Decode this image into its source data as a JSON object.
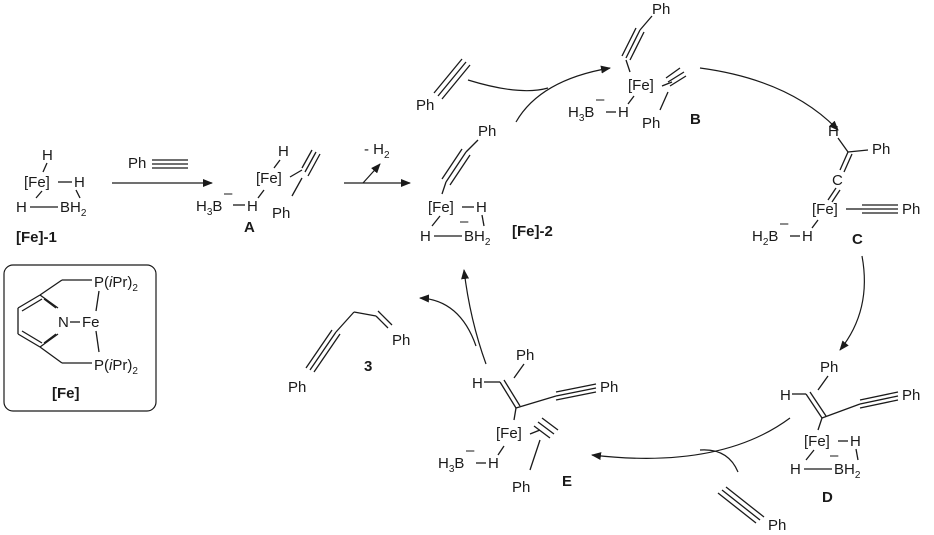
{
  "species": {
    "fe1": {
      "label": "[Fe]-1",
      "fe": "[Fe]",
      "h_top": "H",
      "h_bridge": "H",
      "h_left": "H",
      "bh2": "BH",
      "sub2": "2"
    },
    "a": {
      "label": "A",
      "fe": "[Fe]",
      "h": "H",
      "h3b": "H",
      "sub3": "3",
      "b": "B",
      "minus": "–",
      "hb": "H",
      "ph": "Ph"
    },
    "fe2": {
      "label": "[Fe]-2",
      "fe": "[Fe]",
      "h_bridge": "H",
      "h_left": "H",
      "bh2": "BH",
      "sub2": "2",
      "minus": "–",
      "ph": "Ph"
    },
    "b": {
      "label": "B",
      "fe": "[Fe]",
      "h3b": "H",
      "sub3": "3",
      "b": "B",
      "minus": "–",
      "h": "H",
      "ph_top": "Ph",
      "ph_bottom": "Ph"
    },
    "c": {
      "label": "C",
      "fe": "[Fe]",
      "h_top": "H",
      "ph_top": "Ph",
      "ph_right": "Ph",
      "h2b": "H",
      "sub2": "2",
      "b": "B",
      "minus": "–",
      "h": "H",
      "c_char": "C"
    },
    "d": {
      "label": "D",
      "fe": "[Fe]",
      "h_vinyl": "H",
      "ph_top": "Ph",
      "ph_right": "Ph",
      "h_bridge": "H",
      "h_left": "H",
      "bh2": "BH",
      "sub2": "2",
      "minus": "–"
    },
    "e": {
      "label": "E",
      "fe": "[Fe]",
      "h_vinyl": "H",
      "ph_top": "Ph",
      "ph_right": "Ph",
      "h3b": "H",
      "sub3": "3",
      "b": "B",
      "minus": "–",
      "h": "H",
      "ph_bottom": "Ph"
    },
    "p3": {
      "label": "3",
      "ph_left": "Ph",
      "ph_right": "Ph"
    },
    "reagent": {
      "ph": "Ph"
    },
    "fe_box": {
      "label": "[Fe]",
      "n": "N",
      "fe": "Fe",
      "p_top": "P(",
      "p_bot": "P(",
      "ipr": "i",
      "pr": "Pr)",
      "sub2": "2"
    }
  },
  "step_labels": {
    "minus_h2": "- H",
    "h2_sub": "2"
  }
}
